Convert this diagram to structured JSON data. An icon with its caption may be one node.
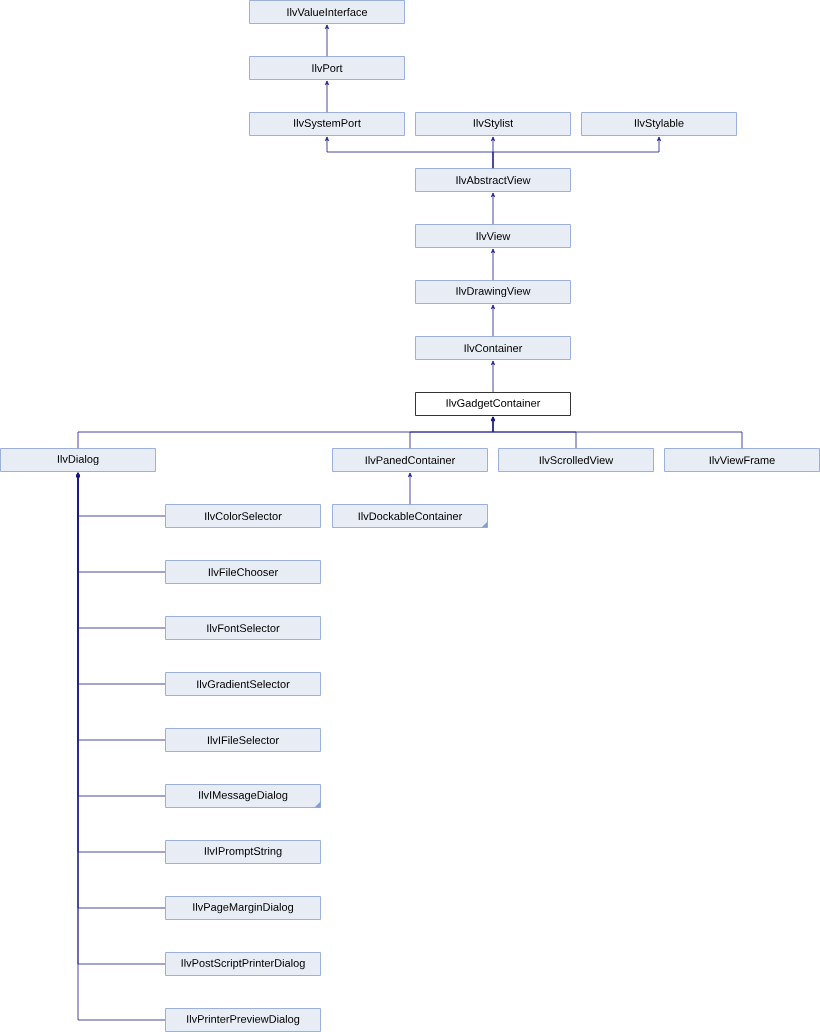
{
  "diagram": {
    "nodes": [
      {
        "text": [
          "IlvValueInterface"
        ]
      },
      {
        "text": [
          "IlvPort"
        ]
      },
      {
        "text": [
          "IlvSystemPort"
        ]
      },
      {
        "text": [
          "IlvStylist"
        ]
      },
      {
        "text": [
          "IlvStylable"
        ]
      },
      {
        "text": [
          "IlvAbstractView"
        ]
      },
      {
        "text": [
          "IlvView"
        ]
      },
      {
        "text": [
          "IlvDrawingView"
        ]
      },
      {
        "text": [
          "IlvContainer"
        ]
      },
      {
        "text": [
          "IlvGadgetContainer"
        ]
      },
      {
        "text": [
          "IlvDialog"
        ]
      },
      {
        "text": [
          "IlvPanedContainer"
        ]
      },
      {
        "text": [
          "IlvScrolledView"
        ]
      },
      {
        "text": [
          "IlvViewFrame"
        ]
      },
      {
        "text": [
          "IlvColorSelector"
        ]
      },
      {
        "text": [
          "IlvDockableContainer"
        ]
      },
      {
        "text": [
          "IlvFileChooser"
        ]
      },
      {
        "text": [
          "IlvFontSelector"
        ]
      },
      {
        "text": [
          "IlvGradientSelector"
        ]
      },
      {
        "text": [
          "IlvIFileSelector"
        ]
      },
      {
        "text": [
          "IlvIMessageDialog"
        ]
      },
      {
        "text": [
          "IlvIPromptString"
        ]
      },
      {
        "text": [
          "IlvPageMarginDialog"
        ]
      },
      {
        "text": [
          "IlvPostScriptPrinterDialog"
        ]
      },
      {
        "text": [
          "IlvPrinterPreviewDialog"
        ]
      }
    ],
    "edges": [
      {
        "from": 1,
        "to": 0,
        "arrow": "to"
      },
      {
        "from": 2,
        "to": 1,
        "arrow": "to"
      },
      {
        "from": 5,
        "to": 2,
        "arrow": "to"
      },
      {
        "from": 5,
        "to": 3,
        "arrow": "to"
      },
      {
        "from": 5,
        "to": 4,
        "arrow": "to"
      },
      {
        "from": 6,
        "to": 5,
        "arrow": "to"
      },
      {
        "from": 7,
        "to": 6,
        "arrow": "to"
      },
      {
        "from": 8,
        "to": 7,
        "arrow": "to"
      },
      {
        "from": 9,
        "to": 8,
        "arrow": "to"
      },
      {
        "from": 10,
        "to": 9,
        "arrow": "to"
      },
      {
        "from": 11,
        "to": 9,
        "arrow": "to"
      },
      {
        "from": 12,
        "to": 9,
        "arrow": "to"
      },
      {
        "from": 13,
        "to": 9,
        "arrow": "to"
      },
      {
        "from": 15,
        "to": 11,
        "arrow": "to"
      },
      {
        "from": 14,
        "to": 10,
        "arrow": "to"
      },
      {
        "from": 16,
        "to": 10,
        "arrow": "to"
      },
      {
        "from": 17,
        "to": 10,
        "arrow": "to"
      },
      {
        "from": 18,
        "to": 10,
        "arrow": "to"
      },
      {
        "from": 19,
        "to": 10,
        "arrow": "to"
      },
      {
        "from": 20,
        "to": 10,
        "arrow": "to"
      },
      {
        "from": 21,
        "to": 10,
        "arrow": "to"
      },
      {
        "from": 22,
        "to": 10,
        "arrow": "to"
      },
      {
        "from": 23,
        "to": 10,
        "arrow": "to"
      },
      {
        "from": 24,
        "to": 10,
        "arrow": "to"
      }
    ]
  }
}
